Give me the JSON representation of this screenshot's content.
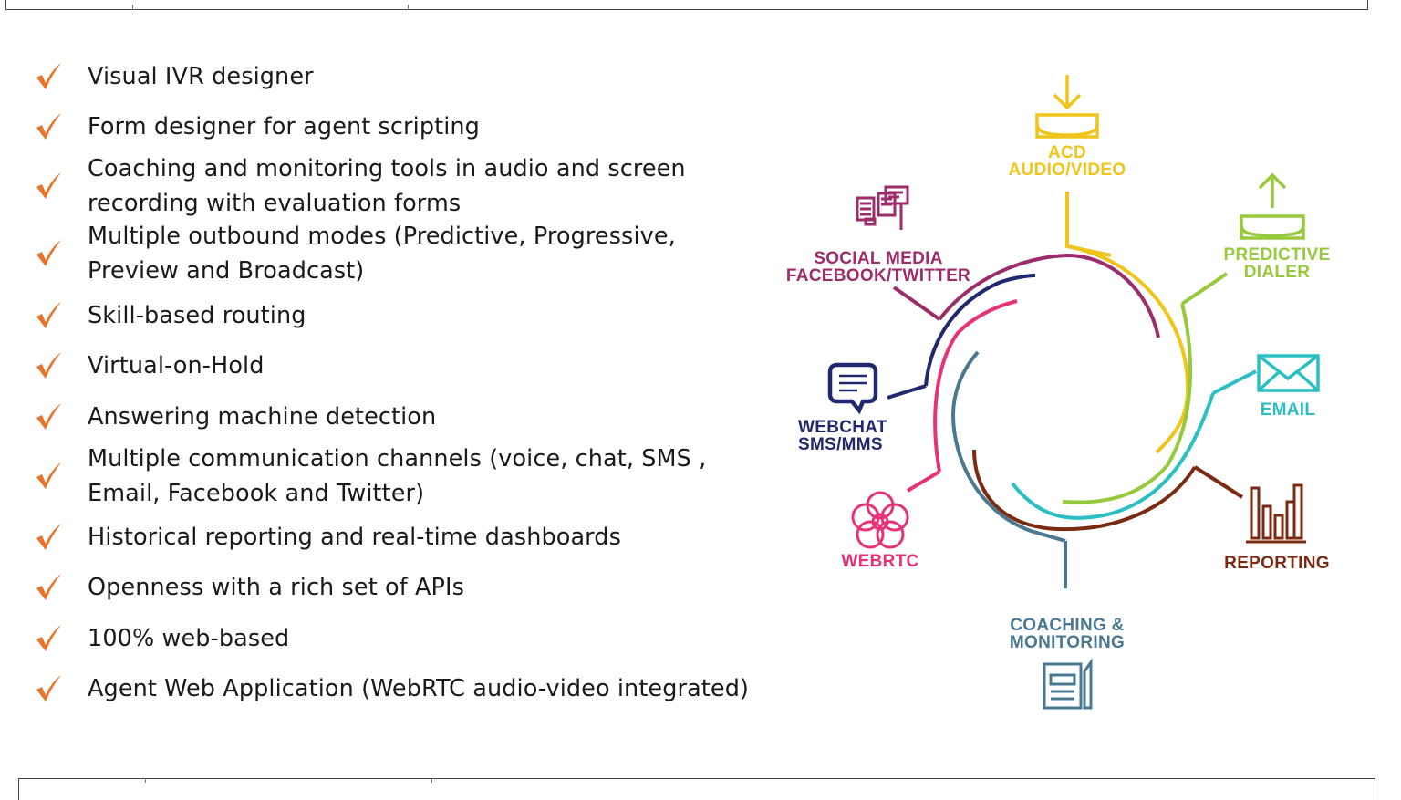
{
  "features": [
    "Visual IVR designer",
    "Form designer for agent scripting",
    "Coaching and monitoring tools in audio and screen\nrecording with evaluation forms",
    "Multiple outbound modes (Predictive, Progressive,\nPreview and Broadcast)",
    "Skill-based routing",
    "Virtual-on-Hold",
    "Answering machine detection",
    "Multiple communication channels (voice, chat, SMS ,\nEmail, Facebook and Twitter)",
    "Historical reporting and real-time dashboards",
    "Openness with a rich set of APIs",
    "100% web-based",
    "Agent Web Application (WebRTC audio-video integrated)"
  ],
  "diagram": {
    "labels": {
      "acd": "ACD\nAUDIO/VIDEO",
      "predictive": "PREDICTIVE\nDIALER",
      "email": "EMAIL",
      "reporting": "REPORTING",
      "coaching": "COACHING &\nMONITORING",
      "webrtc": "WEBRTC",
      "webchat": "WEBCHAT\nSMS/MMS",
      "social": "SOCIAL MEDIA\nFACEBOOK/TWITTER"
    },
    "colors": {
      "check": "#e8732a",
      "acd": "#f0c419",
      "predictive": "#97c93d",
      "email": "#2bbfc4",
      "reporting": "#7b2b12",
      "coaching": "#4a7891",
      "webrtc": "#e83278",
      "webchat": "#21296e",
      "social": "#9c2d6a"
    }
  }
}
